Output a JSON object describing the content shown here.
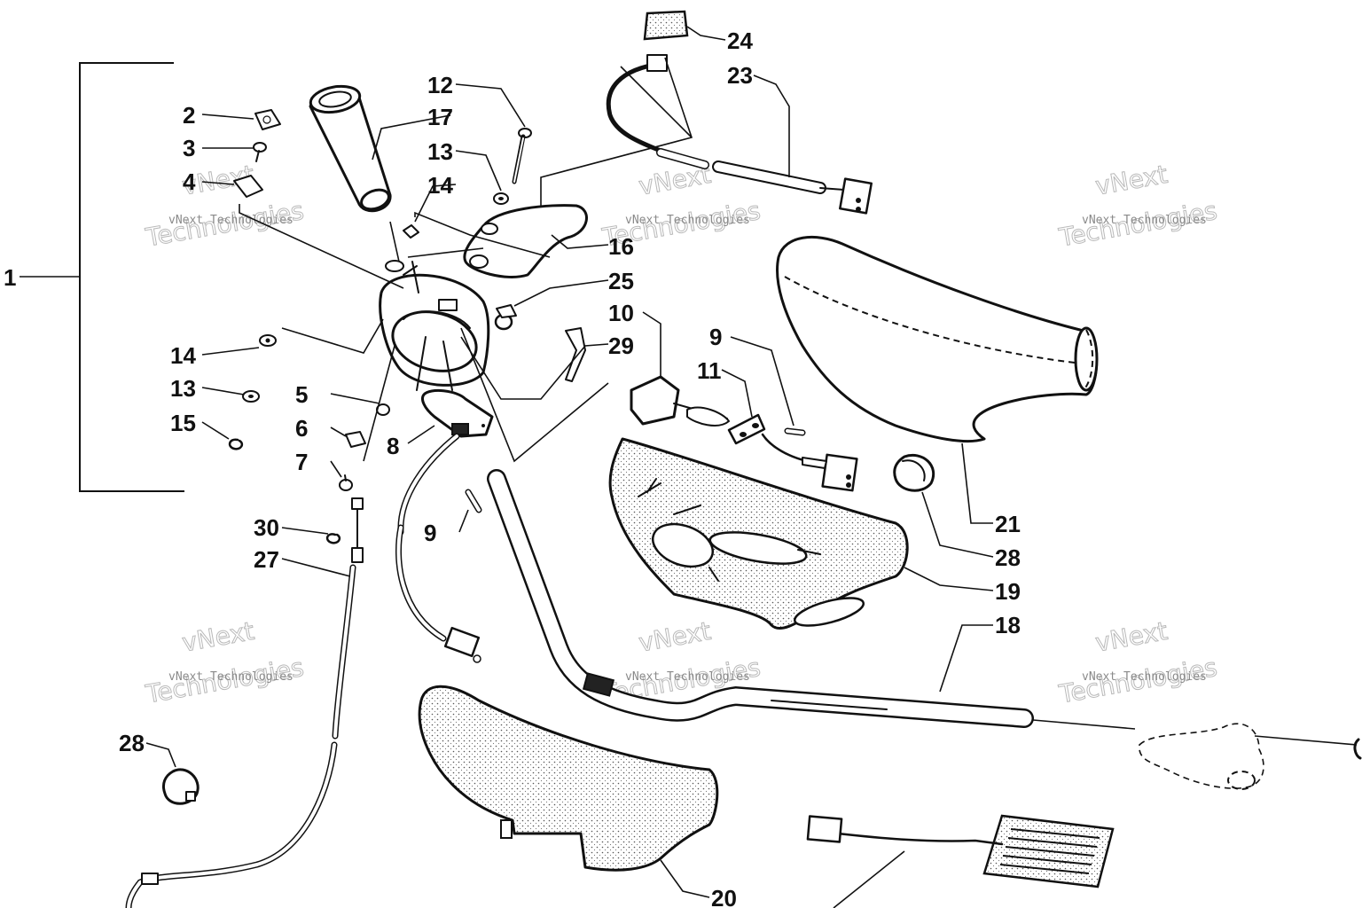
{
  "callouts": {
    "c1": "1",
    "c2": "2",
    "c3": "3",
    "c4": "4",
    "c5": "5",
    "c6": "6",
    "c7": "7",
    "c8": "8",
    "c9a": "9",
    "c9b": "9",
    "c10": "10",
    "c11": "11",
    "c12": "12",
    "c13a": "13",
    "c13b": "13",
    "c14a": "14",
    "c14b": "14",
    "c15": "15",
    "c16": "16",
    "c17": "17",
    "c18": "18",
    "c19": "19",
    "c20": "20",
    "c21": "21",
    "c23": "23",
    "c24": "24",
    "c25": "25",
    "c27": "27",
    "c28a": "28",
    "c28b": "28",
    "c29": "29",
    "c30": "30"
  },
  "watermark": {
    "small": "vNext Technologies",
    "big_top": "vNext",
    "big_bottom": "Technologies"
  }
}
